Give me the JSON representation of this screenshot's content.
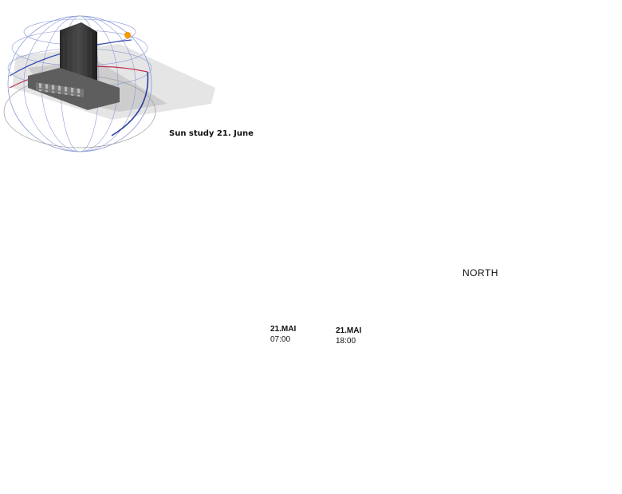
{
  "caption": "Sun study 21. June",
  "north_label": "NORTH",
  "panels": [
    {
      "date": "21.MAI",
      "time": "07:00"
    },
    {
      "date": "21.MAI",
      "time": "18:00"
    }
  ],
  "colors": {
    "sun_ring": "#f2c200",
    "sun_path": "#f4d21b",
    "light_beam": "#f8d84a",
    "facade_highlight": "#d9201a",
    "north_marker": "#f08a00",
    "site_boundary": "#555555",
    "globe_grid": "#6a7fd0",
    "globe_path": "#c03050"
  }
}
